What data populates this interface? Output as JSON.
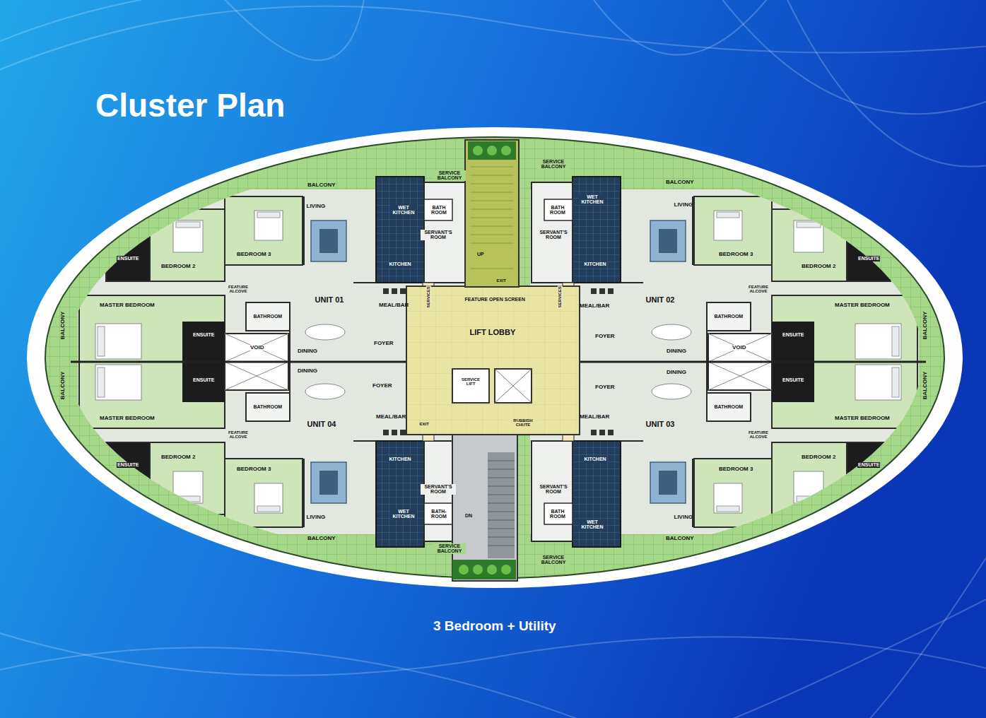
{
  "diagram": {
    "title": "Cluster Plan",
    "caption": "3 Bedroom + Utility",
    "labels": [
      "BALCONY",
      "SERVICE BALCONY",
      "LIVING",
      "WET KITCHEN",
      "BATH ROOM",
      "SERVANT'S ROOM",
      "UP",
      "BEDROOM 3",
      "ENSUITE",
      "BEDROOM 2",
      "KITCHEN",
      "EXIT",
      "FEATURE ALCOVE",
      "SERVICES",
      "UNIT 01",
      "FEATURE OPEN SCREEN",
      "SERVICES",
      "MASTER BEDROOM",
      "MEAL/BAR",
      "BATHROOM",
      "BALCONY",
      "LIFT LOBBY",
      "ENSUITE",
      "FOYER",
      "VOID",
      "DINING",
      "BALCONY",
      "ENSUITE",
      "SERVICE BALCONY",
      "BALCONY",
      "WET KITCHEN",
      "BATH ROOM",
      "LIVING",
      "SERVANT'S ROOM",
      "BEDROOM 3",
      "KITCHEN",
      "ENSUITE",
      "BEDROOM 2",
      "FEATURE ALCOVE",
      "UNIT 02",
      "MEAL/BAR",
      "MASTER BEDROOM",
      "BATHROOM",
      "BALCONY",
      "FOYER",
      "ENSUITE",
      "VOID",
      "DINING",
      "BALCONY",
      "ENSUITE",
      "SERVICE LIFT",
      "EXIT",
      "RUBBISH CHUTE",
      "DN",
      "DINING",
      "FOYER",
      "BATHROOM",
      "MASTER BEDROOM",
      "MEAL/BAR",
      "UNIT 04",
      "FEATURE ALCOVE",
      "ENSUITE",
      "BEDROOM 2",
      "KITCHEN",
      "BEDROOM 3",
      "SERVANT'S ROOM",
      "LIVING",
      "BATH-ROOM",
      "WET KITCHEN",
      "BALCONY",
      "SERVICE BALCONY",
      "DINING",
      "FOYER",
      "BATHROOM",
      "MEAL/BAR",
      "MASTER BEDROOM",
      "UNIT 03",
      "FEATURE ALCOVE",
      "KITCHEN",
      "BEDROOM 2",
      "ENSUITE",
      "BEDROOM 3",
      "SERVANT'S ROOM",
      "BATH ROOM",
      "WET KITCHEN",
      "LIVING",
      "BALCONY",
      "SERVICE BALCONY"
    ]
  }
}
